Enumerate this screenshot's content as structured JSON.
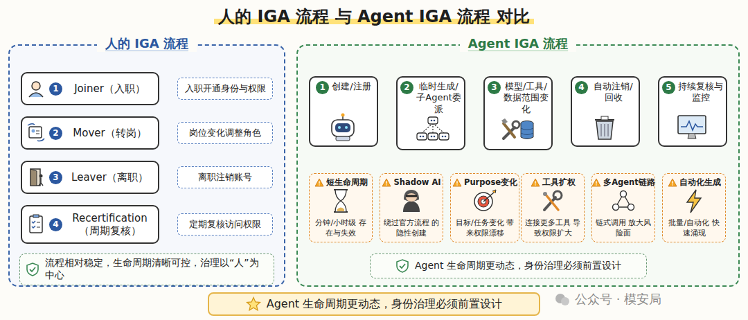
{
  "diagram": {
    "title": "人的 IGA 流程 与 Agent IGA 流程 对比",
    "nodes": [
      {
        "text": [
          "人的 IGA 流程"
        ]
      },
      {
        "text": [
          "1",
          "Joiner（入职）"
        ],
        "in": 0
      },
      {
        "text": [
          "入职开通身份与权限"
        ],
        "in": 0
      },
      {
        "text": [
          "2",
          "Mover（转岗）"
        ],
        "in": 0
      },
      {
        "text": [
          "岗位变化调整角色"
        ],
        "in": 0
      },
      {
        "text": [
          "3",
          "Leaver（离职）"
        ],
        "in": 0
      },
      {
        "text": [
          "离职注销账号"
        ],
        "in": 0
      },
      {
        "text": [
          "4",
          "Recertification （周期复核）"
        ],
        "in": 0
      },
      {
        "text": [
          "定期复核访问权限"
        ],
        "in": 0
      },
      {
        "text": [
          "流程相对稳定，生命周期清晰可控，治理以“人”为中心"
        ],
        "in": 0
      },
      {
        "text": [
          "Agent IGA 流程"
        ]
      },
      {
        "text": [
          "1",
          "创建/注册"
        ],
        "in": 10
      },
      {
        "text": [
          "2",
          "临时生成/ 子Agent委派"
        ],
        "in": 10
      },
      {
        "text": [
          "3",
          "模型/工具/ 数据范围变化"
        ],
        "in": 10
      },
      {
        "text": [
          "4",
          "自动注销/ 回收"
        ],
        "in": 10
      },
      {
        "text": [
          "5",
          "持续复核与 监控"
        ],
        "in": 10
      },
      {
        "text": [
          "短生命周期",
          "分钟/小时级 存在与失效"
        ],
        "in": 10
      },
      {
        "text": [
          "Shadow AI",
          "绕过官方流程 的隐性创建"
        ],
        "in": 10
      },
      {
        "text": [
          "Purpose变化",
          "目标/任务变化 带来权限漂移"
        ],
        "in": 10
      },
      {
        "text": [
          "工具扩权",
          "连接更多工具 导致权限扩大"
        ],
        "in": 10
      },
      {
        "text": [
          "多Agent链路",
          "链式调用 放大风险面"
        ],
        "in": 10
      },
      {
        "text": [
          "自动化生成",
          "批量/自动化 快速涌现"
        ],
        "in": 10
      },
      {
        "text": [
          "Agent 生命周期更动态，身份治理必须前置设计"
        ],
        "in": 10
      },
      {
        "text": [
          "Agent 生命周期更动态，身份治理必须前置设计"
        ]
      }
    ],
    "edges": [
      {
        "from": 1,
        "to": 3,
        "arrow": "to"
      },
      {
        "from": 3,
        "to": 5,
        "arrow": "to"
      },
      {
        "from": 5,
        "to": 7,
        "arrow": "to"
      },
      {
        "from": 1,
        "to": 2,
        "arrow": "none"
      },
      {
        "from": 3,
        "to": 4,
        "arrow": "none"
      },
      {
        "from": 5,
        "to": 6,
        "arrow": "none"
      },
      {
        "from": 7,
        "to": 8,
        "arrow": "none"
      },
      {
        "from": 11,
        "to": 12,
        "arrow": "to"
      },
      {
        "from": 12,
        "to": 13,
        "arrow": "to"
      },
      {
        "from": 13,
        "to": 14,
        "arrow": "to"
      },
      {
        "from": 14,
        "to": 15,
        "arrow": "to"
      }
    ],
    "labels": [
      "公众号 · 模安局"
    ]
  }
}
